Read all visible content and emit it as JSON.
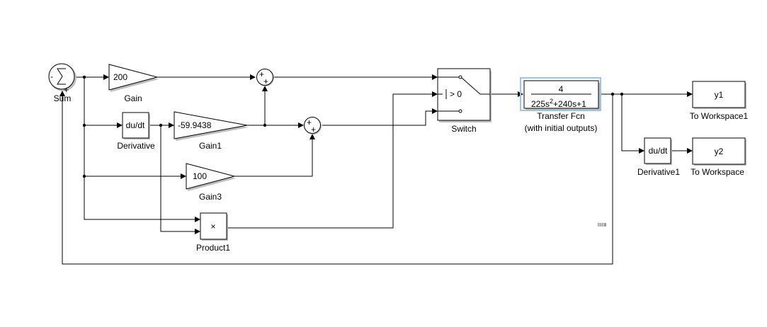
{
  "blocks": {
    "sum": {
      "label": "Sum",
      "minus": "-",
      "plus": "+"
    },
    "gain": {
      "label": "Gain",
      "value": "200"
    },
    "derivative": {
      "label": "Derivative",
      "text": "du/dt"
    },
    "gain1": {
      "label": "Gain1",
      "value": "-59.9438"
    },
    "gain3": {
      "label": "Gain3",
      "value": "100"
    },
    "product1": {
      "label": "Product1",
      "symbol": "×"
    },
    "sum_top": {
      "sign1": "+",
      "sign2": "+"
    },
    "sum_mid": {
      "sign1": "+",
      "sign2": "+"
    },
    "switch": {
      "label": "Switch",
      "threshold": "> 0"
    },
    "transfer_fcn": {
      "label_line1": "Transfer Fcn",
      "label_line2": "(with initial outputs)",
      "numerator": "4",
      "den_part1": "225s",
      "den_exp": "2",
      "den_part2": "+240s+1"
    },
    "derivative1": {
      "label": "Derivative1",
      "text": "du/dt"
    },
    "to_workspace1": {
      "label": "To Workspace1",
      "var": "y1"
    },
    "to_workspace": {
      "label": "To Workspace",
      "var": "y2"
    }
  },
  "colors": {
    "selection": "#9fc3e6",
    "shadow": "#bdbdbd"
  }
}
